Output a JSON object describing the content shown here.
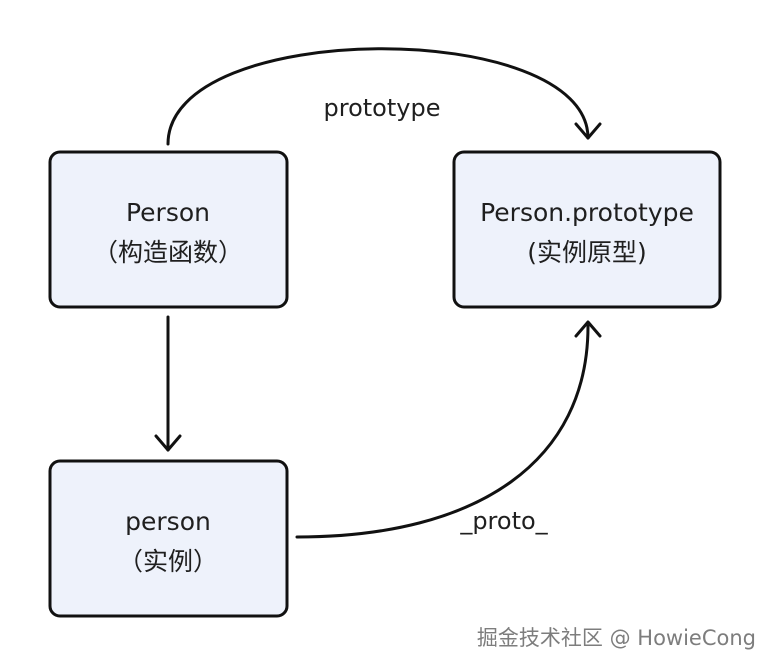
{
  "nodes": {
    "constructor": {
      "title": "Person",
      "subtitle": "（构造函数）"
    },
    "prototype": {
      "title": "Person.prototype",
      "subtitle": "(实例原型)"
    },
    "instance": {
      "title": "person",
      "subtitle": "（实例）"
    }
  },
  "edges": {
    "prototype_label": "prototype",
    "proto_label": "_proto_"
  },
  "watermark": "掘金技术社区 @ HowieCong",
  "colors": {
    "node_fill": "#eef2fb",
    "stroke": "#111111",
    "text": "#1f1f1f",
    "watermark": "#7d7d7d"
  }
}
